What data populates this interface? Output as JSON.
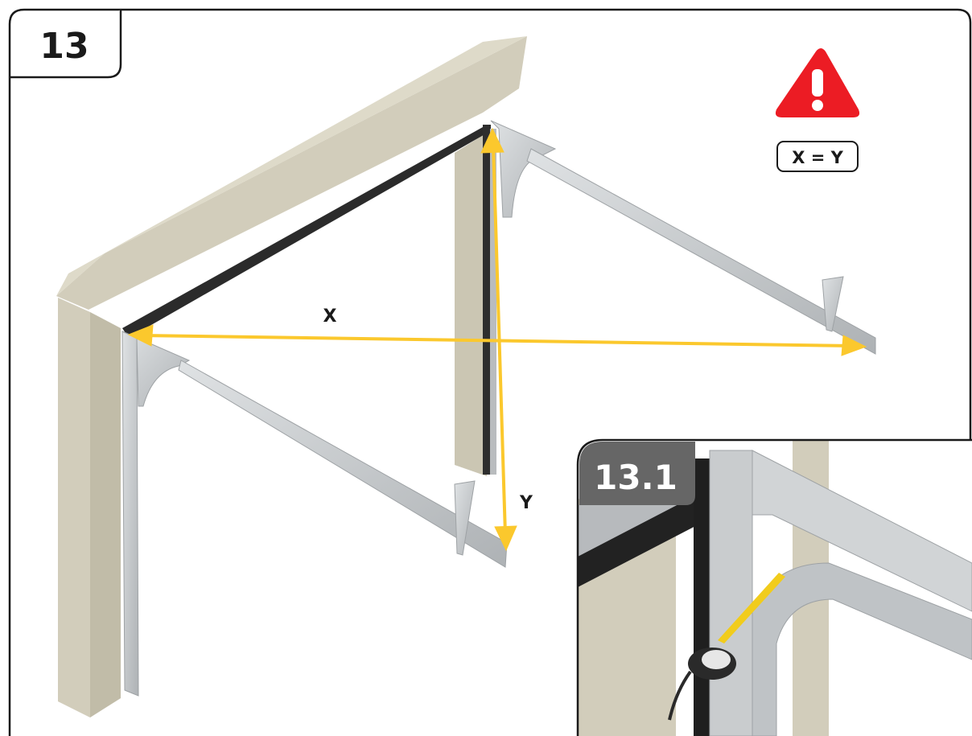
{
  "step": {
    "number": "13"
  },
  "detail": {
    "number": "13.1"
  },
  "warning": {
    "icon": "warning-triangle-icon",
    "formula": "X = Y",
    "color": "#ec1c24"
  },
  "measurements": {
    "x_label": "X",
    "y_label": "Y",
    "arrow_color": "#fbc82d"
  },
  "colors": {
    "wall": "#d2cdbb",
    "steel": "#c4c7c9",
    "seal": "#2b2b2b",
    "frame": "#1a1a1a",
    "tab": "#666666"
  }
}
